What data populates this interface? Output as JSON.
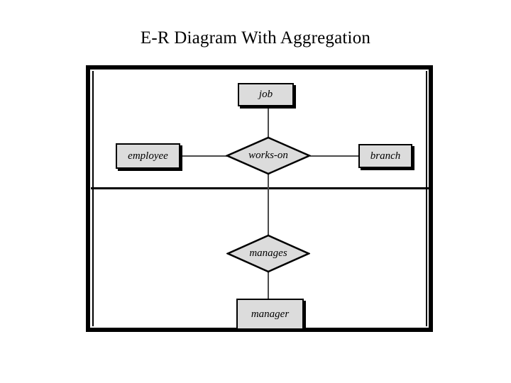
{
  "slide": {
    "title": "E-R Diagram With Aggregation",
    "background_color": "#ffffff"
  },
  "diagram": {
    "type": "er-diagram",
    "frame": {
      "name": "aggregation-frame",
      "border_color": "#000000"
    },
    "aggregation": {
      "label": "",
      "encloses": [
        "employee",
        "works-on",
        "branch",
        "job"
      ]
    },
    "entities": [
      {
        "id": "job",
        "label": "job",
        "shape": "rectangle",
        "fill": "#dcdcdc",
        "stroke": "#000000"
      },
      {
        "id": "employee",
        "label": "employee",
        "shape": "rectangle",
        "fill": "#dcdcdc",
        "stroke": "#000000"
      },
      {
        "id": "branch",
        "label": "branch",
        "shape": "rectangle",
        "fill": "#dcdcdc",
        "stroke": "#000000"
      },
      {
        "id": "manager",
        "label": "manager",
        "shape": "rectangle",
        "fill": "#dcdcdc",
        "stroke": "#000000"
      }
    ],
    "relationships": [
      {
        "id": "works-on",
        "label": "works-on",
        "shape": "diamond",
        "fill": "#dcdcdc",
        "stroke": "#000000"
      },
      {
        "id": "manages",
        "label": "manages",
        "shape": "diamond",
        "fill": "#dcdcdc",
        "stroke": "#000000"
      }
    ],
    "edges": [
      {
        "from": "job",
        "to": "works-on"
      },
      {
        "from": "employee",
        "to": "works-on"
      },
      {
        "from": "branch",
        "to": "works-on"
      },
      {
        "from": "works-on",
        "to": "manages"
      },
      {
        "from": "manages",
        "to": "manager"
      }
    ],
    "edge_color": "#4a4a4a"
  }
}
